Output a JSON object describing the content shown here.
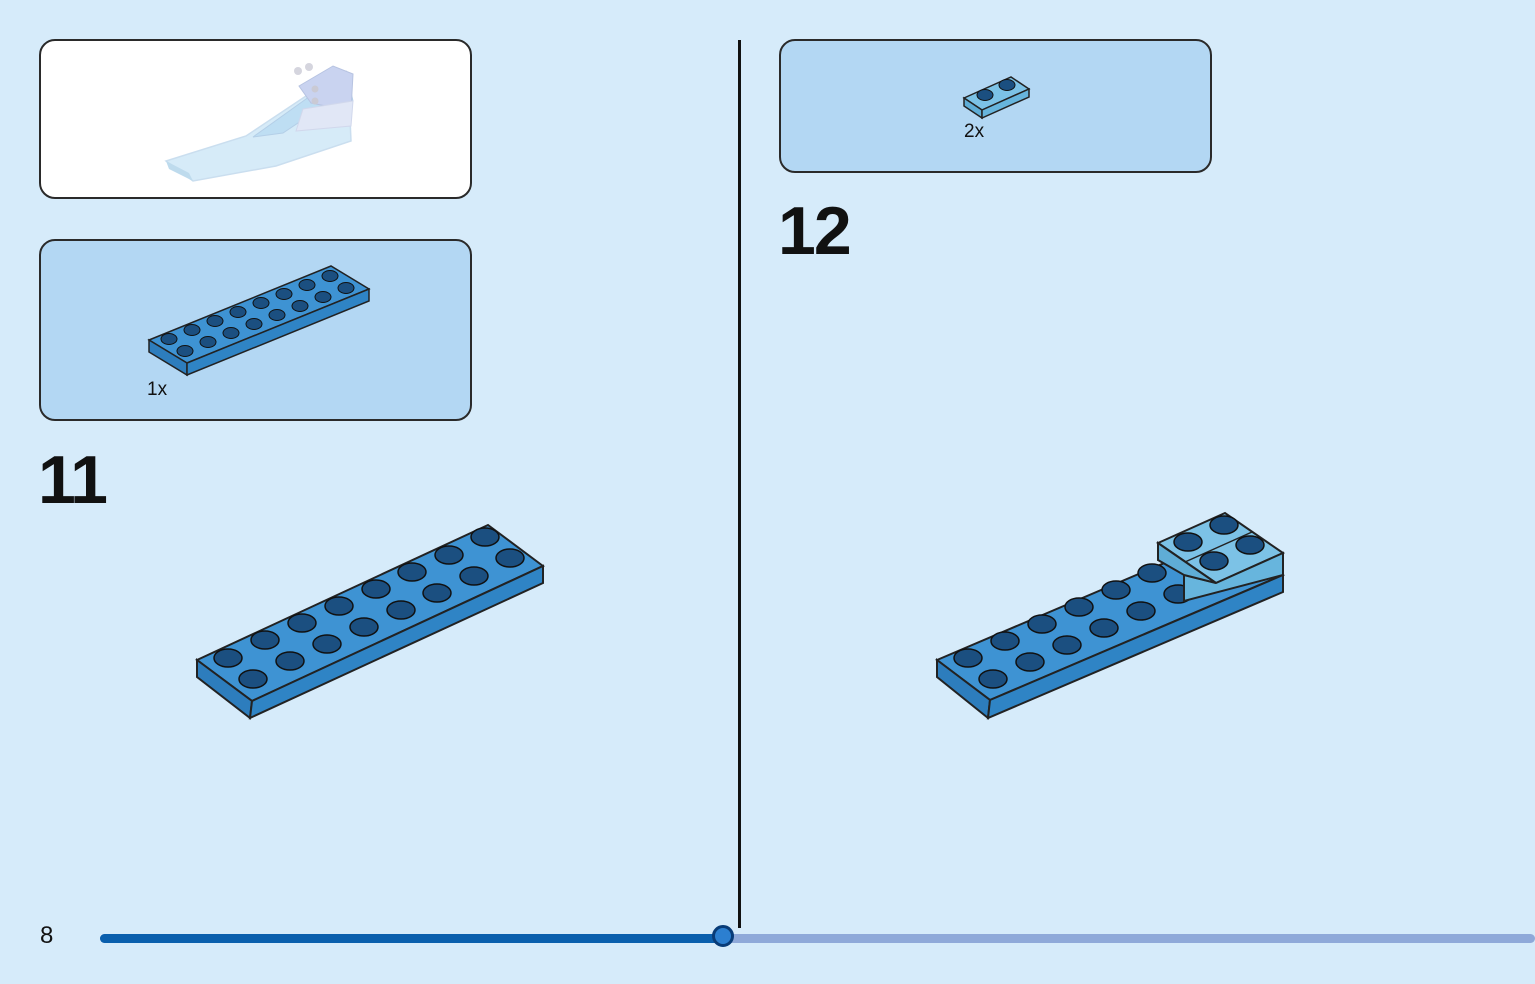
{
  "page": {
    "number": "8",
    "progress": 0.434
  },
  "left": {
    "preview_box": {
      "illustration": "partial-model-preview"
    },
    "parts_box": {
      "part": "plate-2x8",
      "quantity": "1x"
    },
    "step_number": "11"
  },
  "right": {
    "parts_box": {
      "part": "plate-1x2",
      "quantity": "2x"
    },
    "step_number": "12"
  },
  "colors": {
    "background": "#d6ebfa",
    "parts_box": "#b3d7f3",
    "brick_blue": "#3e93d3",
    "brick_light": "#7cc2e6",
    "progress_done": "#0a5fad",
    "progress_remaining": "#8fa9d9"
  }
}
